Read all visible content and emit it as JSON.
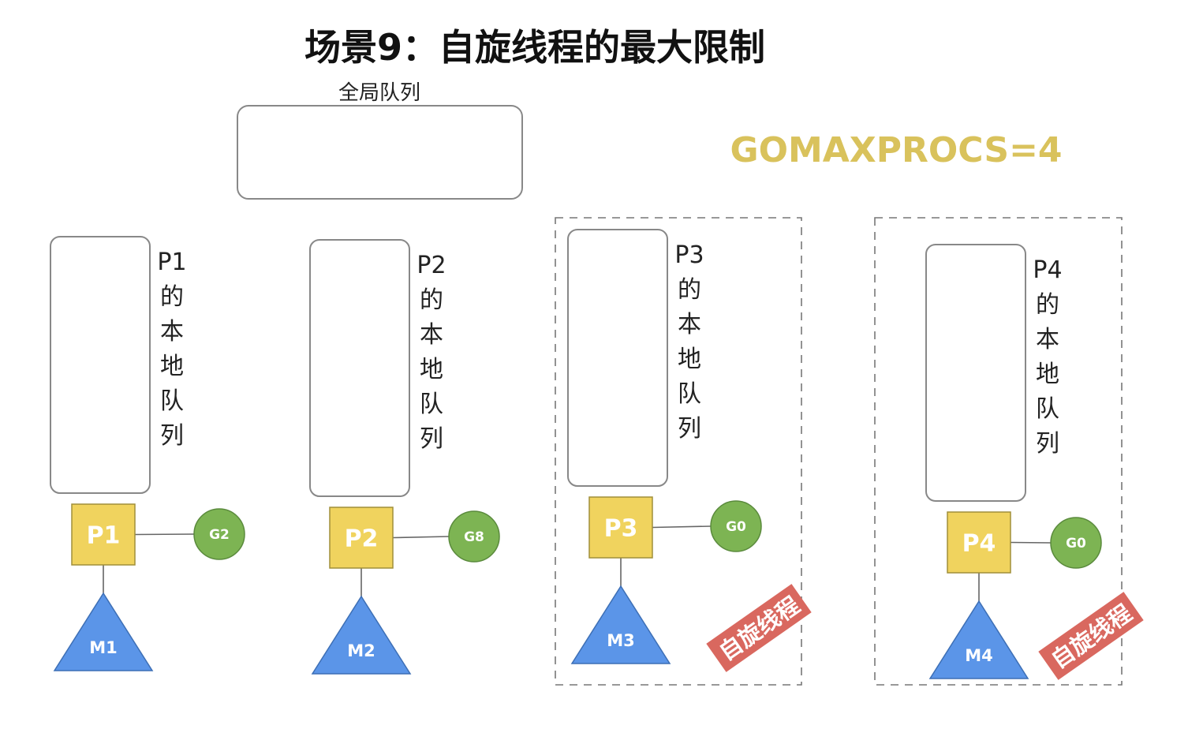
{
  "title": "场景9：自旋线程的最大限制",
  "global_queue_label": "全局队列",
  "config_label": "GOMAXPROCS=4",
  "colors": {
    "processor": "#f0d35e",
    "goroutine": "#7db453",
    "machine": "#5b95e8",
    "spin_badge": "#d9685f",
    "config": "#d9c25c",
    "queue_border": "#888888"
  },
  "processors": [
    {
      "p_label": "P1",
      "queue_label": [
        "P1",
        "的",
        "本",
        "地",
        "队",
        "列"
      ],
      "goroutine": "G2",
      "machine": "M1",
      "spinning": false,
      "spin_label": ""
    },
    {
      "p_label": "P2",
      "queue_label": [
        "P2",
        "的",
        "本",
        "地",
        "队",
        "列"
      ],
      "goroutine": "G8",
      "machine": "M2",
      "spinning": false,
      "spin_label": ""
    },
    {
      "p_label": "P3",
      "queue_label": [
        "P3",
        "的",
        "本",
        "地",
        "队",
        "列"
      ],
      "goroutine": "G0",
      "machine": "M3",
      "spinning": true,
      "spin_label": "自旋线程"
    },
    {
      "p_label": "P4",
      "queue_label": [
        "P4",
        "的",
        "本",
        "地",
        "队",
        "列"
      ],
      "goroutine": "G0",
      "machine": "M4",
      "spinning": true,
      "spin_label": "自旋线程"
    }
  ]
}
